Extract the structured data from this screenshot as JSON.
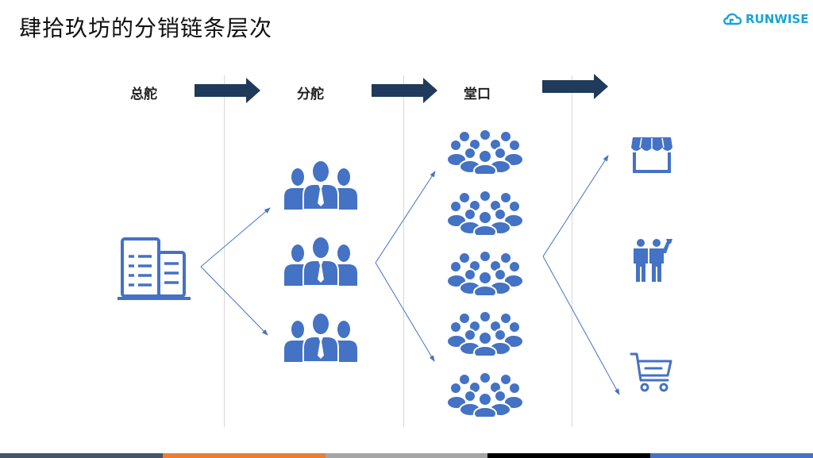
{
  "title": "肆拾玖坊的分销链条层次",
  "logo": {
    "text": "RUNWISE",
    "icon": "cloud-icon",
    "color": "#1aa3d8"
  },
  "levels": [
    {
      "label": "总舵",
      "icon": "building-icon"
    },
    {
      "label": "分舵",
      "icon": "team-icon",
      "count": 3
    },
    {
      "label": "堂口",
      "icon": "crowd-icon",
      "count": 5
    }
  ],
  "channels": [
    {
      "icon": "storefront-icon"
    },
    {
      "icon": "people-cheers-icon"
    },
    {
      "icon": "shopping-cart-icon"
    }
  ],
  "colors": {
    "icon": "#4472c4",
    "arrow": "#1f3a5a",
    "connector": "#4472c4",
    "footer": [
      "#44546a",
      "#ed7d31",
      "#a5a5a5",
      "#000000",
      "#4472c4"
    ]
  }
}
